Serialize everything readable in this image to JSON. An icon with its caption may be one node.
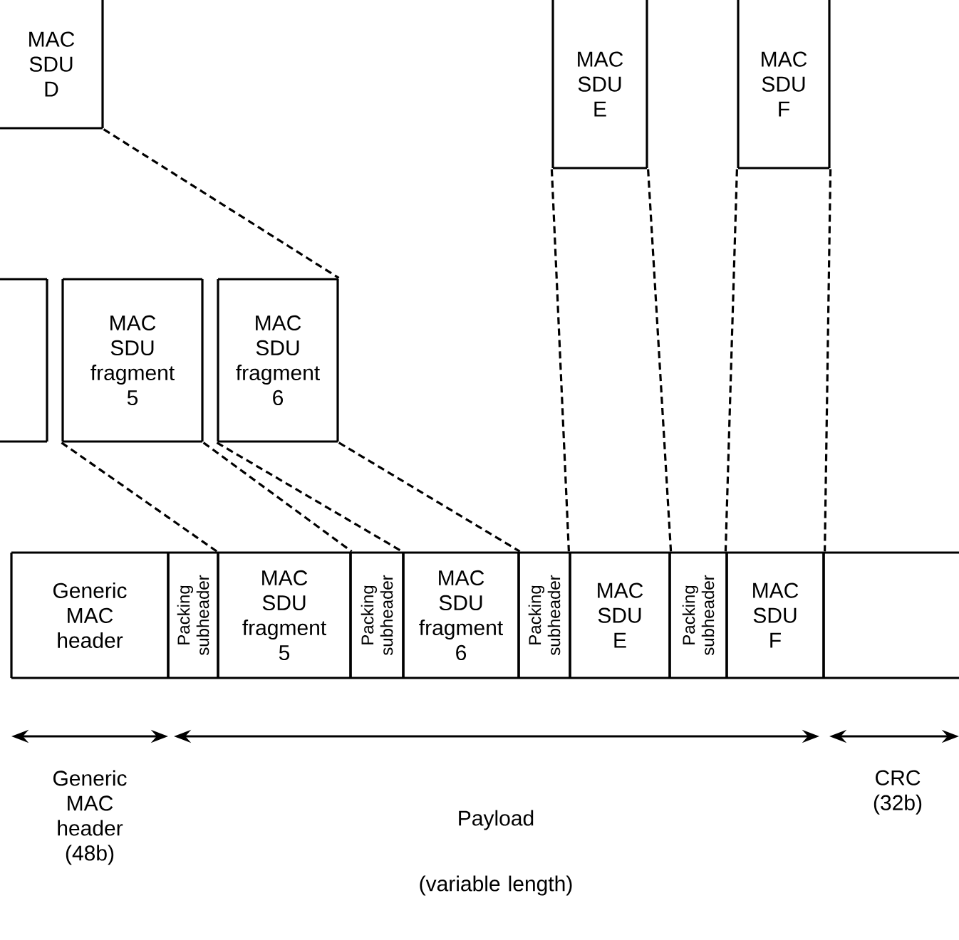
{
  "diagram": {
    "nodes": [
      {
        "text": [
          "MAC SDU D"
        ]
      },
      {
        "text": [
          "MAC SDU E"
        ]
      },
      {
        "text": [
          "MAC SDU F"
        ]
      },
      {
        "text": [],
        "shape": "box"
      },
      {
        "text": [
          "MAC SDU fragment 5"
        ]
      },
      {
        "text": [
          "MAC SDU fragment 6"
        ]
      },
      {
        "text": [
          "Generic MAC header"
        ]
      },
      {
        "text": [
          "Packing subheader"
        ]
      },
      {
        "text": [
          "MAC SDU fragment 5"
        ]
      },
      {
        "text": [
          "Packing subheader"
        ]
      },
      {
        "text": [
          "MAC SDU fragment 6"
        ]
      },
      {
        "text": [
          "Packing subheader"
        ]
      },
      {
        "text": [
          "MAC SDU E"
        ]
      },
      {
        "text": [
          "Packing subheader"
        ]
      },
      {
        "text": [
          "MAC SDU F"
        ]
      },
      {
        "text": [],
        "shape": "box"
      }
    ],
    "edges": [
      {
        "from": 0,
        "to": 5,
        "arrow": "none",
        "style": "dashed"
      },
      {
        "from": 4,
        "to": 8,
        "arrow": "none",
        "style": "dashed"
      },
      {
        "from": 4,
        "to": 8,
        "arrow": "none",
        "style": "dashed"
      },
      {
        "from": 5,
        "to": 10,
        "arrow": "none",
        "style": "dashed"
      },
      {
        "from": 5,
        "to": 10,
        "arrow": "none",
        "style": "dashed"
      },
      {
        "from": 1,
        "to": 12,
        "arrow": "none",
        "style": "dashed"
      },
      {
        "from": 1,
        "to": 12,
        "arrow": "none",
        "style": "dashed"
      },
      {
        "from": 2,
        "to": 14,
        "arrow": "none",
        "style": "dashed"
      },
      {
        "from": 2,
        "to": 14,
        "arrow": "none",
        "style": "dashed"
      }
    ],
    "labels": [
      "Generic MAC header (48b)",
      "Payload",
      "CRC (32b)",
      "(variable length)"
    ]
  }
}
